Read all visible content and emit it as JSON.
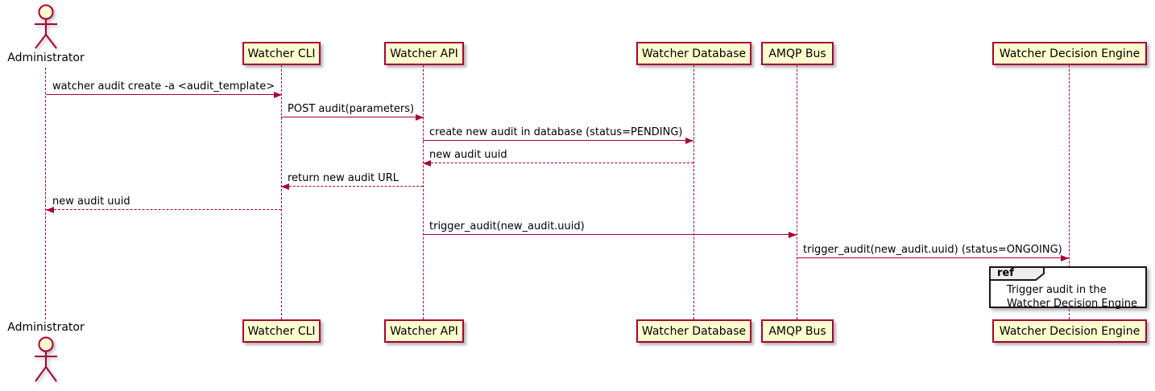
{
  "diagram": {
    "type": "uml-sequence-diagram",
    "actor": {
      "label": "Administrator"
    },
    "participants": [
      {
        "label": "Watcher CLI"
      },
      {
        "label": "Watcher API"
      },
      {
        "label": "Watcher Database"
      },
      {
        "label": "AMQP Bus"
      },
      {
        "label": "Watcher Decision Engine"
      }
    ],
    "messages": [
      {
        "label": "watcher audit create -a <audit_template>",
        "from": "Administrator",
        "to": "Watcher CLI",
        "style": "solid"
      },
      {
        "label": "POST audit(parameters)",
        "from": "Watcher CLI",
        "to": "Watcher API",
        "style": "solid"
      },
      {
        "label": "create new audit in database (status=PENDING)",
        "from": "Watcher API",
        "to": "Watcher Database",
        "style": "solid"
      },
      {
        "label": "new audit uuid",
        "from": "Watcher Database",
        "to": "Watcher API",
        "style": "dashed"
      },
      {
        "label": "return new audit URL",
        "from": "Watcher API",
        "to": "Watcher CLI",
        "style": "dashed"
      },
      {
        "label": "new audit uuid",
        "from": "Watcher CLI",
        "to": "Administrator",
        "style": "dashed"
      },
      {
        "label": "trigger_audit(new_audit.uuid)",
        "from": "Watcher API",
        "to": "AMQP Bus",
        "style": "solid"
      },
      {
        "label": "trigger_audit(new_audit.uuid) (status=ONGOING)",
        "from": "AMQP Bus",
        "to": "Watcher Decision Engine",
        "style": "solid"
      }
    ],
    "ref": {
      "keyword": "ref",
      "lines": [
        "Trigger audit in the",
        "Watcher Decision Engine"
      ],
      "over": "Watcher Decision Engine"
    },
    "colors": {
      "participant_fill": "#FEFECE",
      "line_and_border": "#A80036",
      "text": "#000000",
      "ref_border": "#181818",
      "ref_tab_fill": "#EEEEEE",
      "background": "#FFFFFF"
    }
  }
}
